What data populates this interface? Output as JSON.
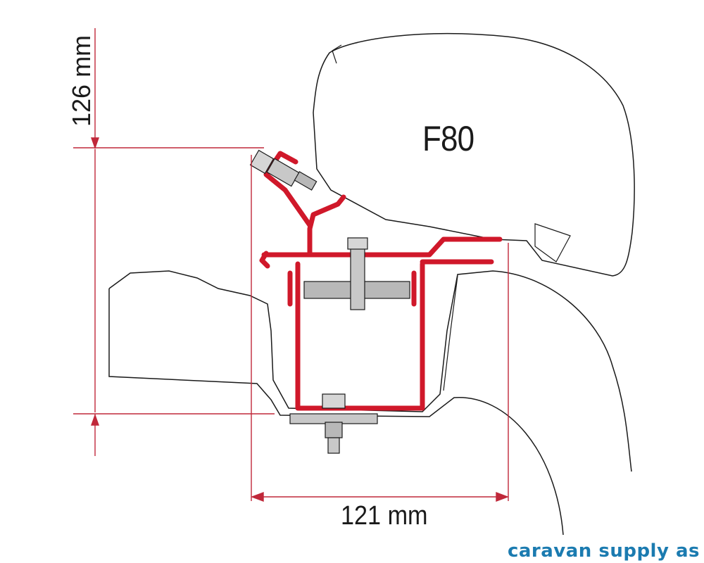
{
  "diagram": {
    "model_label": "F80",
    "width_dimension": "121 mm",
    "height_dimension": "126 mm",
    "watermark": "caravan supply as",
    "colors": {
      "bracket": "#d0182a",
      "dimension_line": "#c0283a",
      "outline": "#1a1a1a",
      "hardware": "#b8b8b8",
      "watermark": "#1b7bb0"
    }
  }
}
